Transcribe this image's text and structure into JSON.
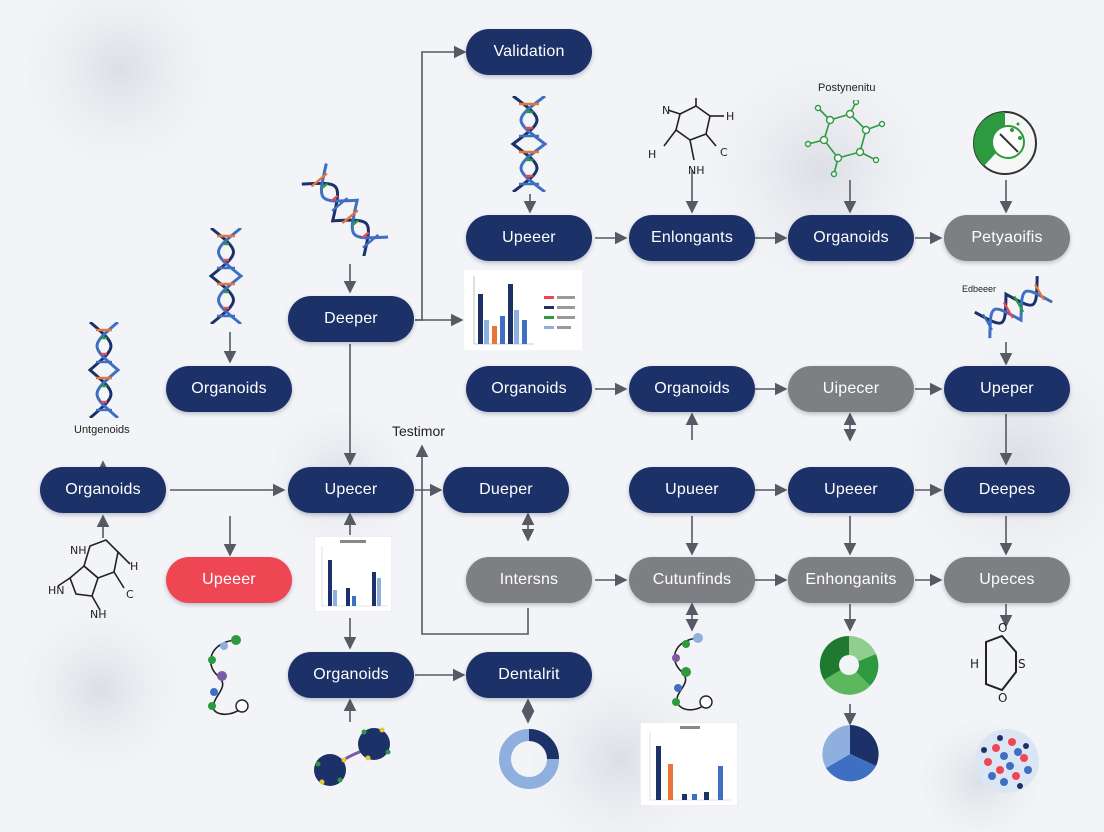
{
  "colors": {
    "navy": "#1d3169",
    "gray": "#7d7f83",
    "red": "#ef4654",
    "arrow": "#555a63",
    "dna_strand": "#1d3169",
    "green_accent": "#2e9a3f",
    "blue_accent": "#3f6fc2",
    "orange_accent": "#e8753a"
  },
  "nodes": [
    {
      "id": "validation",
      "label": "Validation",
      "style": "navy"
    },
    {
      "id": "upeeer-top",
      "label": "Upeeer",
      "style": "navy"
    },
    {
      "id": "enlongants",
      "label": "Enlongants",
      "style": "navy"
    },
    {
      "id": "organoids-r1",
      "label": "Organoids",
      "style": "navy"
    },
    {
      "id": "petyaoifis",
      "label": "Petyaoifis",
      "style": "gray"
    },
    {
      "id": "deeper",
      "label": "Deeper",
      "style": "navy"
    },
    {
      "id": "organoids-col2",
      "label": "Organoids",
      "style": "navy"
    },
    {
      "id": "organoids-row3a",
      "label": "Organoids",
      "style": "navy"
    },
    {
      "id": "organoids-row3b",
      "label": "Organoids",
      "style": "navy"
    },
    {
      "id": "uipecer",
      "label": "Uipecer",
      "style": "gray"
    },
    {
      "id": "upeper",
      "label": "Upeper",
      "style": "navy"
    },
    {
      "id": "organoids-left",
      "label": "Organoids",
      "style": "navy"
    },
    {
      "id": "upecer",
      "label": "Upecer",
      "style": "navy"
    },
    {
      "id": "dueper",
      "label": "Dueper",
      "style": "navy"
    },
    {
      "id": "upueer",
      "label": "Upueer",
      "style": "navy"
    },
    {
      "id": "upeeer-mid",
      "label": "Upeeer",
      "style": "navy"
    },
    {
      "id": "deepes",
      "label": "Deepes",
      "style": "navy"
    },
    {
      "id": "upeeer-red",
      "label": "Upeeer",
      "style": "red"
    },
    {
      "id": "intersns",
      "label": "Intersns",
      "style": "gray"
    },
    {
      "id": "cutunfinds",
      "label": "Cutunfinds",
      "style": "gray"
    },
    {
      "id": "enhonganits",
      "label": "Enhonganits",
      "style": "gray"
    },
    {
      "id": "upeces",
      "label": "Upeces",
      "style": "gray"
    },
    {
      "id": "organoids-bottom",
      "label": "Organoids",
      "style": "navy"
    },
    {
      "id": "dentalrit",
      "label": "Dentalrit",
      "style": "navy"
    }
  ],
  "labels": {
    "postynenitu": "Postynenitu",
    "untgenoids": "Untgenoids",
    "testimor": "Testimor",
    "edbeeer": "Edbeeer"
  },
  "icons": [
    "dna-helix-icon",
    "molecule-structure-icon",
    "molecular-network-icon",
    "petri-dish-icon",
    "bar-chart-thumbnail-icon",
    "protein-chain-icon",
    "cell-cluster-icon",
    "donut-chart-icon",
    "pie-chart-icon",
    "molecule-ring-icon",
    "organoid-sphere-icon"
  ]
}
